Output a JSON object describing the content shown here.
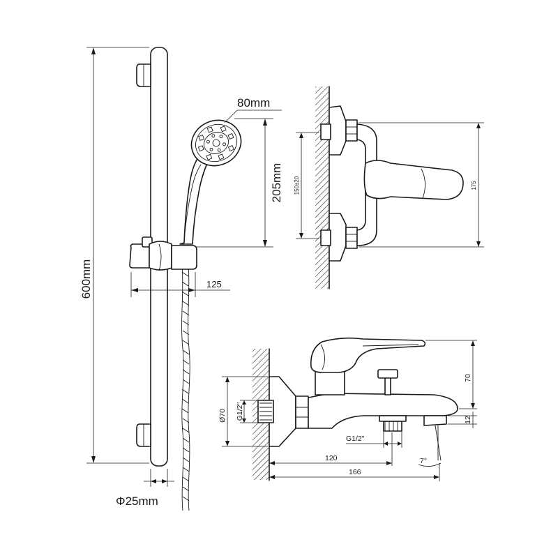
{
  "labels": {
    "rail_height": "600mm",
    "head_diameter": "80mm",
    "handshower_length": "205mm",
    "holder_offset": "125",
    "rail_diameter": "Φ25mm",
    "centers": "150±20",
    "mixer_height": "175",
    "flange_diameter": "Ø70",
    "inlet_thread": "G1/2\"",
    "outlet_thread": "G1/2\"",
    "spout_height": "70",
    "spout_drop": "12",
    "angle": "7°",
    "outlet_reach": "120",
    "spout_reach": "166"
  },
  "colors": {
    "line": "#1a1a1a",
    "background": "#ffffff"
  }
}
